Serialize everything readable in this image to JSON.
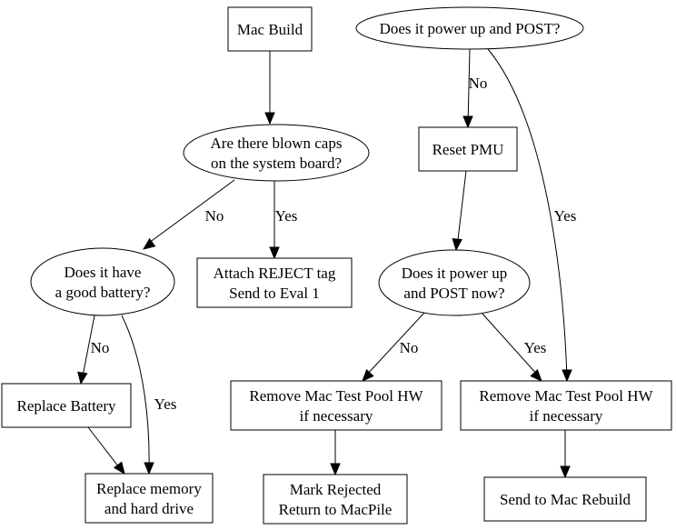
{
  "diagram": {
    "type": "flowchart",
    "nodes": {
      "mac_build": {
        "shape": "box",
        "lines": [
          "Mac Build"
        ]
      },
      "blown_caps": {
        "shape": "ellipse",
        "lines": [
          "Are there blown caps",
          "on the system board?"
        ]
      },
      "good_battery": {
        "shape": "ellipse",
        "lines": [
          "Does it have",
          "a good battery?"
        ]
      },
      "attach_reject": {
        "shape": "box",
        "lines": [
          "Attach REJECT tag",
          "Send to Eval 1"
        ]
      },
      "replace_battery": {
        "shape": "box",
        "lines": [
          "Replace Battery"
        ]
      },
      "replace_memory": {
        "shape": "box",
        "lines": [
          "Replace memory",
          "and hard drive"
        ]
      },
      "power_post": {
        "shape": "ellipse",
        "lines": [
          "Does it power up and POST?"
        ]
      },
      "reset_pmu": {
        "shape": "box",
        "lines": [
          "Reset PMU"
        ]
      },
      "power_post_now": {
        "shape": "ellipse",
        "lines": [
          "Does it power up",
          "and POST now?"
        ]
      },
      "remove_hw_left": {
        "shape": "box",
        "lines": [
          "Remove Mac Test Pool HW",
          "if necessary"
        ]
      },
      "remove_hw_right": {
        "shape": "box",
        "lines": [
          "Remove Mac Test Pool HW",
          "if necessary"
        ]
      },
      "mark_rejected": {
        "shape": "box",
        "lines": [
          "Mark Rejected",
          "Return to MacPile"
        ]
      },
      "send_rebuild": {
        "shape": "box",
        "lines": [
          "Send to Mac Rebuild"
        ]
      }
    },
    "edges": [
      {
        "from": "mac_build",
        "to": "blown_caps",
        "label": ""
      },
      {
        "from": "blown_caps",
        "to": "good_battery",
        "label": "No"
      },
      {
        "from": "blown_caps",
        "to": "attach_reject",
        "label": "Yes"
      },
      {
        "from": "good_battery",
        "to": "replace_battery",
        "label": "No"
      },
      {
        "from": "good_battery",
        "to": "replace_memory",
        "label": "Yes"
      },
      {
        "from": "replace_battery",
        "to": "replace_memory",
        "label": ""
      },
      {
        "from": "power_post",
        "to": "reset_pmu",
        "label": "No"
      },
      {
        "from": "power_post",
        "to": "remove_hw_right",
        "label": "Yes"
      },
      {
        "from": "reset_pmu",
        "to": "power_post_now",
        "label": ""
      },
      {
        "from": "power_post_now",
        "to": "remove_hw_left",
        "label": "No"
      },
      {
        "from": "power_post_now",
        "to": "remove_hw_right",
        "label": "Yes"
      },
      {
        "from": "remove_hw_left",
        "to": "mark_rejected",
        "label": ""
      },
      {
        "from": "remove_hw_right",
        "to": "send_rebuild",
        "label": ""
      }
    ]
  }
}
